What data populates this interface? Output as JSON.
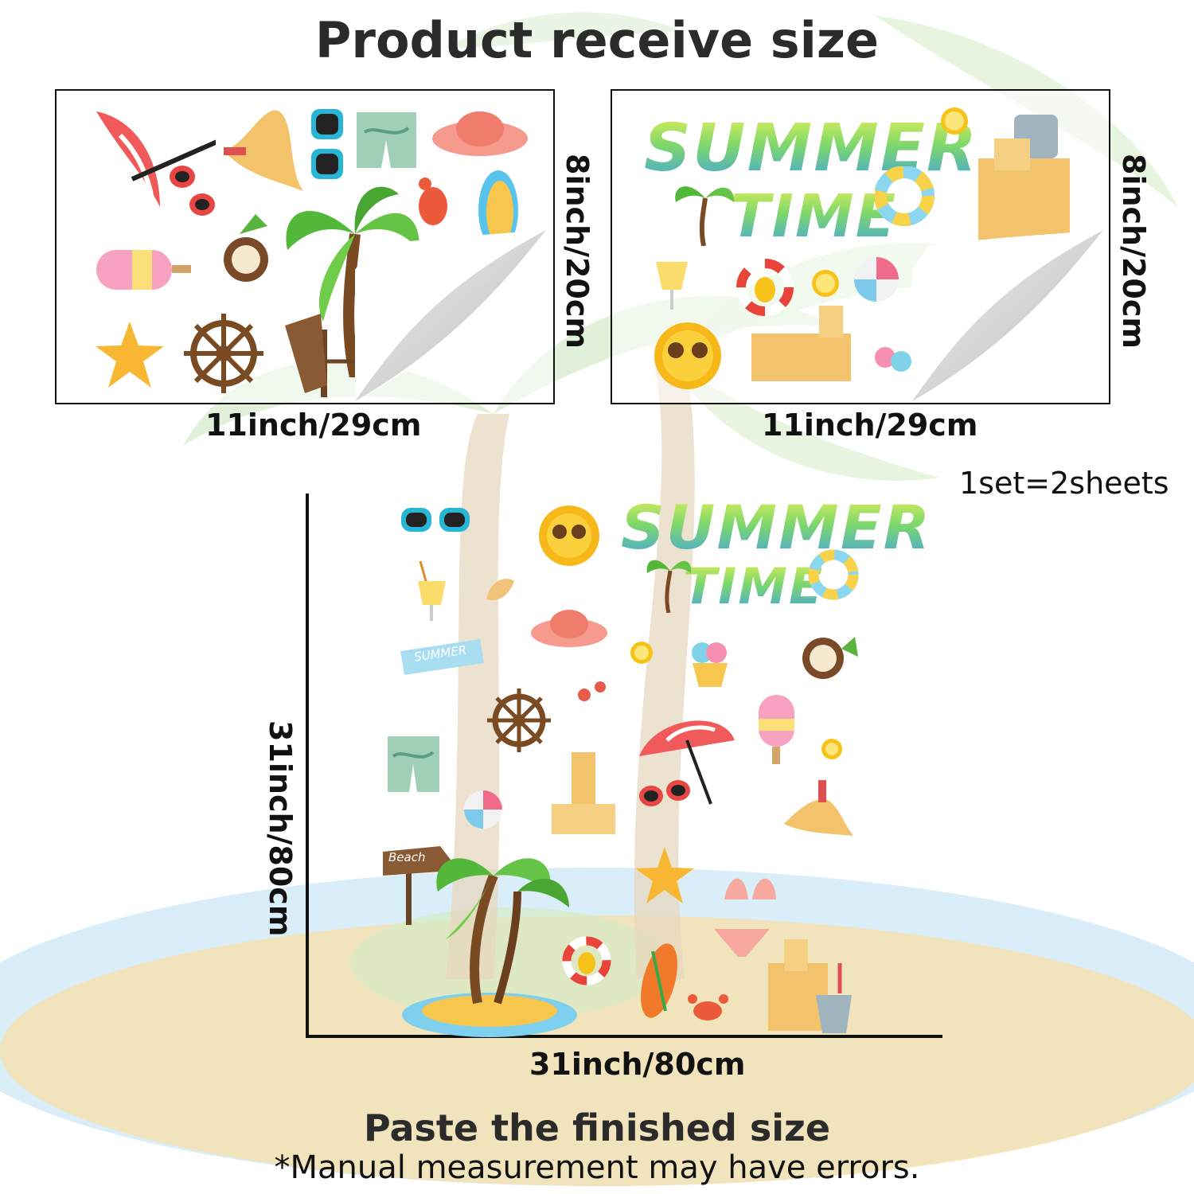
{
  "header": {
    "title": "Product receive size"
  },
  "sheets": [
    {
      "width_label": "11inch/29cm",
      "height_label": "8inch/20cm"
    },
    {
      "width_label": "11inch/29cm",
      "height_label": "8inch/20cm",
      "word_line1": "SUMMER",
      "word_line2": "TIME"
    }
  ],
  "set_note": "1set=2sheets",
  "finished": {
    "width_label": "31inch/80cm",
    "height_label": "31inch/80cm",
    "word_line1": "SUMMER",
    "word_line2": "TIME",
    "sign_text": "Beach",
    "ribbon_text": "SUMMER"
  },
  "footer": {
    "title": "Paste the finished size",
    "note": "*Manual measurement may have errors."
  },
  "colors": {
    "ink": "#111111",
    "sand": "#f7d58a",
    "water": "#bfe3f6",
    "leaf": "#5fbf3a"
  }
}
